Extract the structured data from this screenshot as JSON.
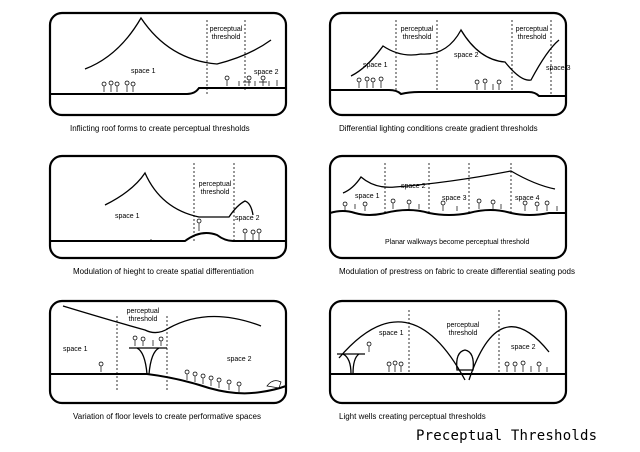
{
  "panels": [
    {
      "caption": "Inflicting roof forms to create perceptual thresholds",
      "labels": [
        "space 1",
        "perceptual\nthreshold",
        "space 2"
      ]
    },
    {
      "caption": "Differential lighting conditions create gradient thresholds",
      "labels": [
        "space 1",
        "perceptual\nthreshold",
        "space 2",
        "perceptual\nthreshold",
        "space 3"
      ]
    },
    {
      "caption": "Modulation of hieght to create spatial differentiation",
      "labels": [
        "perceptual\nthreshold",
        "space 1",
        "space 2"
      ]
    },
    {
      "caption": "Modulation of prestress on fabric to create differential seating pods",
      "labels": [
        "space 1",
        "space 2",
        "space 3",
        "space 4",
        "Planar walkways become perceptual threshold"
      ]
    },
    {
      "caption": "Variation of floor levels to create performative spaces",
      "labels": [
        "perceptual\nthreshold",
        "space 1",
        "space 2"
      ]
    },
    {
      "caption": "Light wells creating perceptual thresholds",
      "labels": [
        "space 1",
        "perceptual\nthreshold",
        "space 2"
      ]
    }
  ],
  "title": "Preceptual Thresholds"
}
